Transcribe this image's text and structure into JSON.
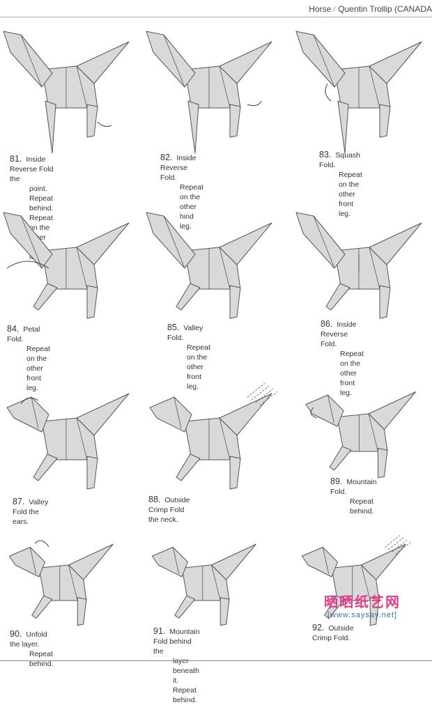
{
  "header": {
    "subject": "Horse",
    "author": "Quentin Trollip (CANADA"
  },
  "steps": [
    {
      "number": "81.",
      "lines": [
        "Inside Reverse Fold the",
        "point. Repeat behind.",
        "Repeat on the other hind leg."
      ]
    },
    {
      "number": "82.",
      "lines": [
        "Inside Reverse Fold.",
        "Repeat on the other hind leg."
      ]
    },
    {
      "number": "83.",
      "lines": [
        "Squash Fold.",
        "Repeat on the other",
        "front leg."
      ]
    },
    {
      "number": "84.",
      "lines": [
        "Petal Fold.",
        "Repeat on the other",
        "front leg."
      ]
    },
    {
      "number": "85.",
      "lines": [
        "Valley Fold.",
        "Repeat on the other",
        "front leg."
      ]
    },
    {
      "number": "86.",
      "lines": [
        "Inside Reverse Fold.",
        "Repeat on the other",
        "front leg."
      ]
    },
    {
      "number": "87.",
      "lines": [
        "Valley Fold the ears."
      ]
    },
    {
      "number": "88.",
      "lines": [
        "Outside Crimp Fold the neck."
      ]
    },
    {
      "number": "89.",
      "lines": [
        "Mountain Fold.",
        "Repeat behind."
      ]
    },
    {
      "number": "90.",
      "lines": [
        "Unfold the layer.",
        "Repeat behind."
      ]
    },
    {
      "number": "91.",
      "lines": [
        "Mountain Fold behind the",
        "layer beneath it.",
        "Repeat behind."
      ]
    },
    {
      "number": "92.",
      "lines": [
        "Outside Crimp Fold."
      ]
    }
  ],
  "watermark": {
    "title": "晒晒纸艺网",
    "url": "[www.saysay.net]"
  },
  "colors": {
    "paper_fill": "#d9d9d9",
    "paper_stroke": "#555555",
    "watermark_pink": "#e0408a",
    "watermark_blue": "#3a6ea5"
  }
}
